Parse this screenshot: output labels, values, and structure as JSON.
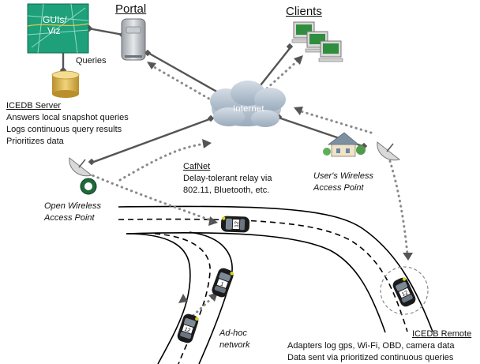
{
  "portal": {
    "title": "Portal"
  },
  "clients": {
    "title": "Clients"
  },
  "gui": {
    "line1": "GUIs/",
    "line2": "Viz"
  },
  "queries": {
    "label": "Queries"
  },
  "internet": {
    "label": "Internet"
  },
  "icedb_server": {
    "title": "ICEDB Server",
    "lines": [
      "Answers local snapshot queries",
      "Logs continuous query results",
      "Prioritizes data"
    ]
  },
  "cafnet": {
    "title": "CafNet",
    "lines": [
      "Delay-tolerant relay via",
      "802.11, Bluetooth, etc."
    ]
  },
  "open_ap": {
    "lines": [
      "Open Wireless",
      "Access Point"
    ]
  },
  "user_ap": {
    "lines": [
      "User's Wireless",
      "Access Point"
    ]
  },
  "adhoc": {
    "lines": [
      "Ad-hoc",
      "network"
    ]
  },
  "icedb_remote": {
    "title": "ICEDB Remote",
    "lines": [
      "Adapters log gps, Wi-Fi, OBD, camera data",
      "Data sent via prioritized continuous queries"
    ]
  },
  "car_badges": [
    "12",
    "1",
    "12",
    "12"
  ],
  "colors": {
    "cloud": "#aab8c6",
    "screen": "#2f8e3e",
    "map": "#1ea07a",
    "db": "#d9b24a",
    "road": "#000000"
  }
}
